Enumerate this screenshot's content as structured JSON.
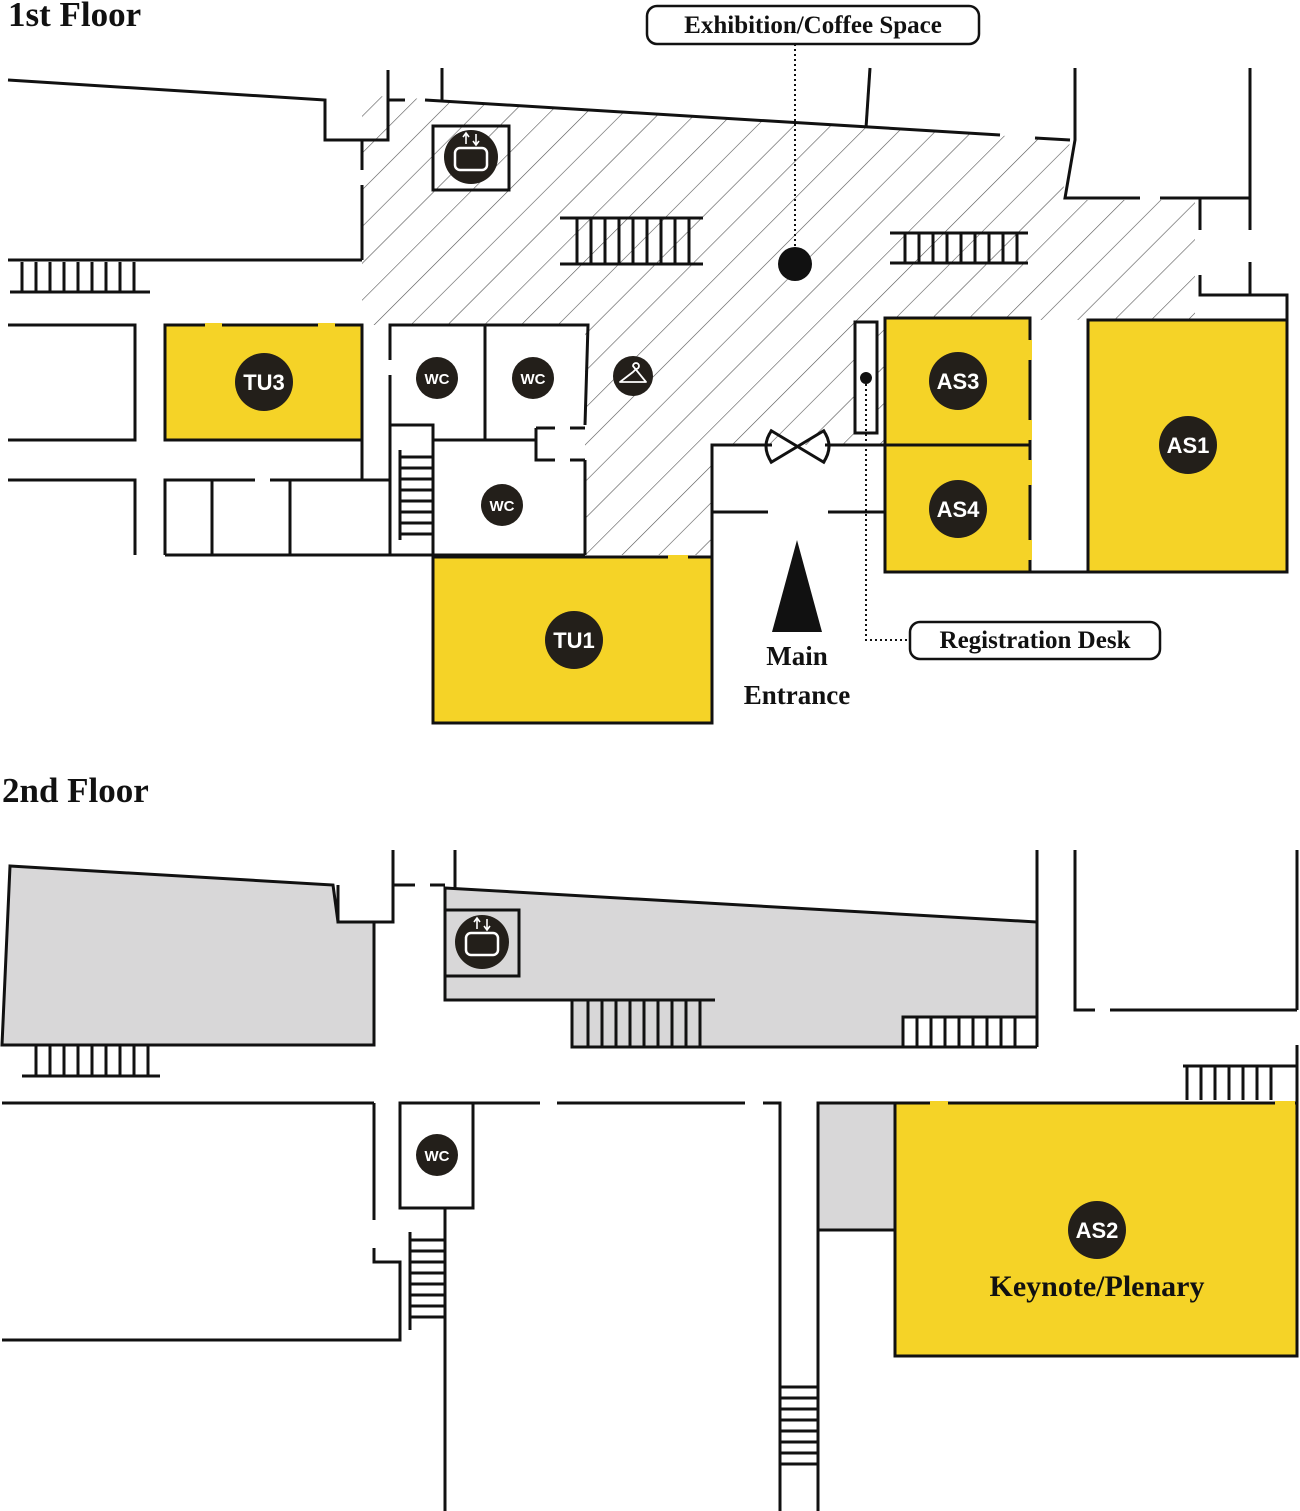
{
  "floors": [
    {
      "id": "floor1",
      "title": "1st Floor"
    },
    {
      "id": "floor2",
      "title": "2nd Floor"
    }
  ],
  "rooms": {
    "tu3": "TU3",
    "tu1": "TU1",
    "as3": "AS3",
    "as4": "AS4",
    "as1": "AS1",
    "as2": "AS2"
  },
  "wc_label": "WC",
  "callouts": {
    "exhibition": "Exhibition/Coffee Space",
    "registration": "Registration Desk"
  },
  "entrance": {
    "line1": "Main",
    "line2": "Entrance"
  },
  "keynote_label": "Keynote/Plenary",
  "icons": [
    "elevator-icon",
    "cloakroom-icon",
    "revolving-door-icon",
    "entrance-arrow-icon",
    "wc-icon"
  ],
  "colors": {
    "room_highlight": "#f5d327",
    "badge": "#231f1a",
    "second_floor_gray": "#d8d7d8"
  }
}
